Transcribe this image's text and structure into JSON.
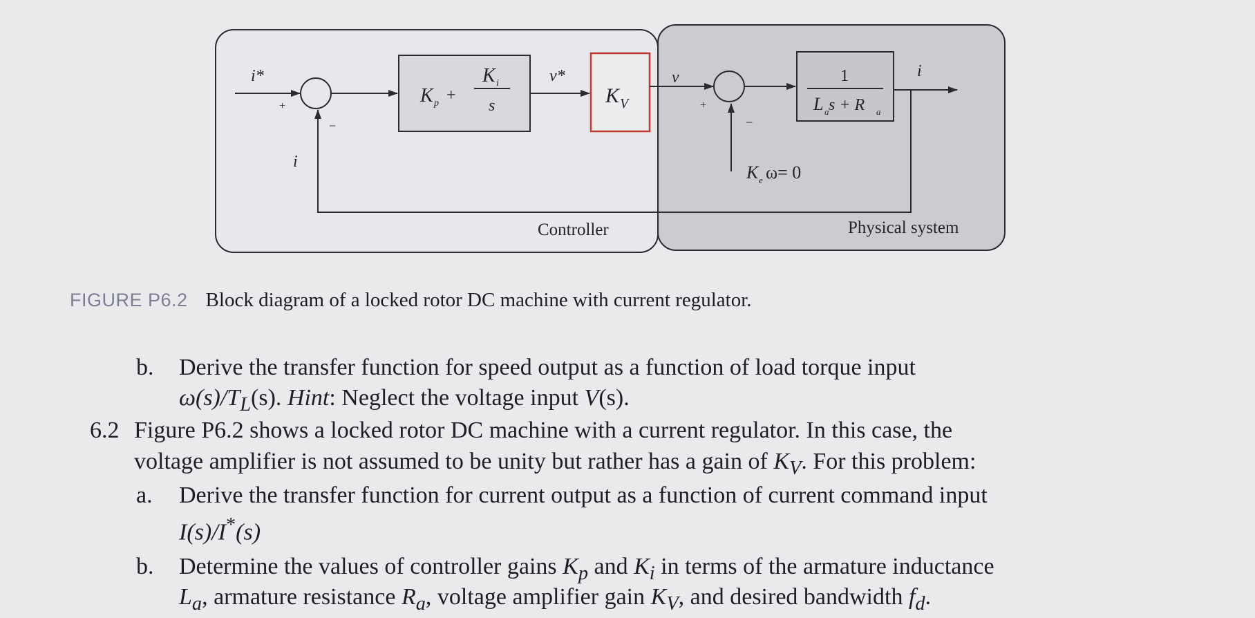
{
  "figure": {
    "signals": {
      "i_star": "i*",
      "v_star": "v*",
      "v": "v",
      "i_out": "i",
      "i_feedback": "i",
      "plus": "+",
      "minus": "−"
    },
    "pi_block": {
      "kp": "K",
      "kp_sub": "p",
      "plus": "+",
      "ki_num": "K",
      "ki_sub": "i",
      "ki_den": "s"
    },
    "amp_block": {
      "k": "K",
      "sub": "V"
    },
    "plant_block": {
      "numerator": "1",
      "den_l": "L",
      "den_l_sub": "a",
      "den_rest": "s + R",
      "den_r_sub": "a"
    },
    "back_emf": {
      "k": "K",
      "sub": "e",
      "rest": "ω= 0"
    },
    "regions": {
      "controller": "Controller",
      "physical": "Physical system"
    },
    "colors": {
      "amp_border": "#c0392f",
      "panel": "#cccbcf",
      "caption_tag": "#7c7f93"
    }
  },
  "caption": {
    "tag": "FIGURE P6.2",
    "text": "Block diagram of a locked rotor DC machine with current regulator."
  },
  "text": {
    "b1_label": "b.",
    "b1_line1": "Derive the transfer function for speed output as a function of load torque input",
    "b1_l2_w": "ω(s)/T",
    "b1_l2_sub": "L",
    "b1_l2_s": "(s).",
    "b1_l2_hint": "Hint",
    "b1_l2_mid": ": Neglect the voltage input ",
    "b1_l2_v": "V",
    "b1_l2_end": "(s).",
    "p62_label": "6.2",
    "p62_line1": "Figure P6.2 shows a locked rotor DC machine with a current regulator. In this case, the",
    "p62_l2_a": "voltage amplifier is not assumed to be unity but rather has a gain of ",
    "p62_l2_k": "K",
    "p62_l2_ksub": "V",
    "p62_l2_b": ". For this problem:",
    "a_label": "a.",
    "a_line1": "Derive the transfer function for current output as a function of current command input",
    "a_l2_i": "I",
    "a_l2_a": "(s)/",
    "a_l2_i2": "I",
    "a_l2_star": "*",
    "a_l2_b": "(s)",
    "b2_label": "b.",
    "b2_l1_a": "Determine the values of controller gains ",
    "b2_l1_k": "K",
    "b2_l1_ksub": "p",
    "b2_l1_b": " and ",
    "b2_l1_k2": "K",
    "b2_l1_k2sub": "i",
    "b2_l1_c": " in terms of the armature inductance",
    "b2_l2_l": "L",
    "b2_l2_lsub": "a",
    "b2_l2_a": ", armature resistance ",
    "b2_l2_r": "R",
    "b2_l2_rsub": "a",
    "b2_l2_b": ", voltage amplifier gain ",
    "b2_l2_k": "K",
    "b2_l2_ksub": "V",
    "b2_l2_c": ", and desired bandwidth ",
    "b2_l2_f": "f",
    "b2_l2_fsub": "d",
    "b2_l2_d": "."
  }
}
